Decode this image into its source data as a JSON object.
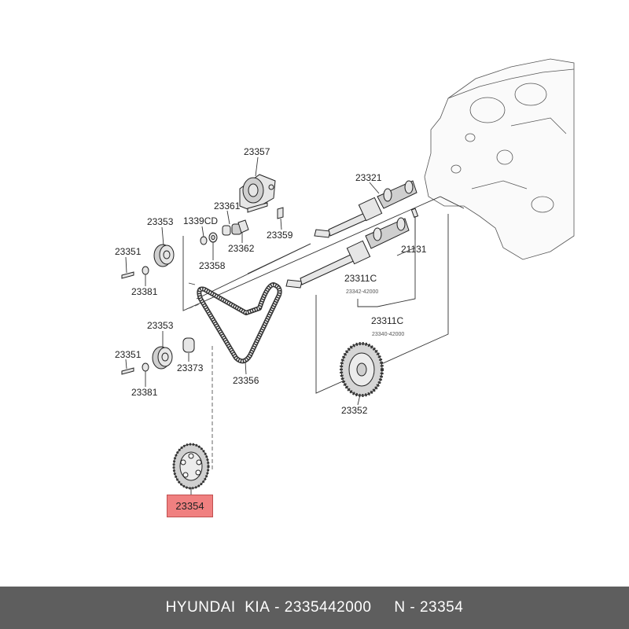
{
  "labels": {
    "p23357": "23357",
    "p23321": "23321",
    "p23361": "23361",
    "p1339cd": "1339CD",
    "p23353a": "23353",
    "p23362": "23362",
    "p23359": "23359",
    "p23351a": "23351",
    "p23358": "23358",
    "p21131": "21131",
    "p23381a": "23381",
    "p23311c_a": "23311C",
    "p23342": "23342-42000",
    "p23311c_b": "23311C",
    "p23340": "23340-42000",
    "p23353b": "23353",
    "p23351b": "23351",
    "p23373": "23373",
    "p23381b": "23381",
    "p23356": "23356",
    "p23352": "23352"
  },
  "highlight": {
    "part": "23354",
    "color": "#f08080"
  },
  "footer": {
    "brand": "HYUNDAI  KIA",
    "part_number": "2335442000",
    "n_label": "N",
    "n_value": "23354"
  }
}
